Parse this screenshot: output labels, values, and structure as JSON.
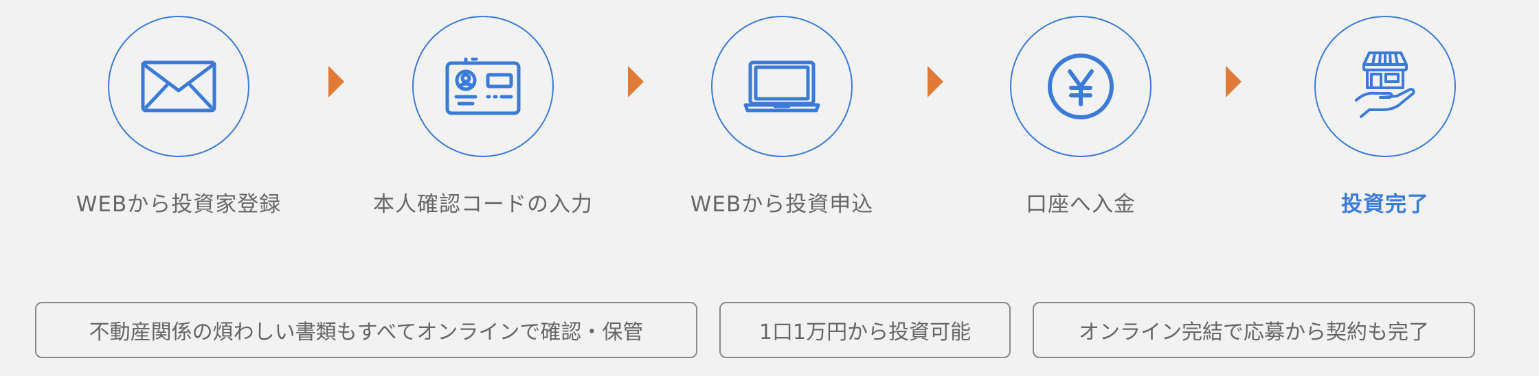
{
  "steps": [
    {
      "label": "WEBから投資家登録",
      "icon": "envelope-icon"
    },
    {
      "label": "本人確認コードの入力",
      "icon": "id-card-icon"
    },
    {
      "label": "WEBから投資申込",
      "icon": "laptop-icon"
    },
    {
      "label": "口座へ入金",
      "icon": "yen-coin-icon"
    },
    {
      "label": "投資完了",
      "icon": "shop-in-hand-icon"
    }
  ],
  "features": [
    "不動産関係の煩わしい書類もすべてオンラインで確認・保管",
    "1口1万円から投資可能",
    "オンライン完結で応募から契約も完了"
  ],
  "colors": {
    "accent": "#3b7bd8",
    "arrow": "#e07a35",
    "text": "#666666",
    "border": "#888888",
    "background": "#f2f2f2"
  }
}
